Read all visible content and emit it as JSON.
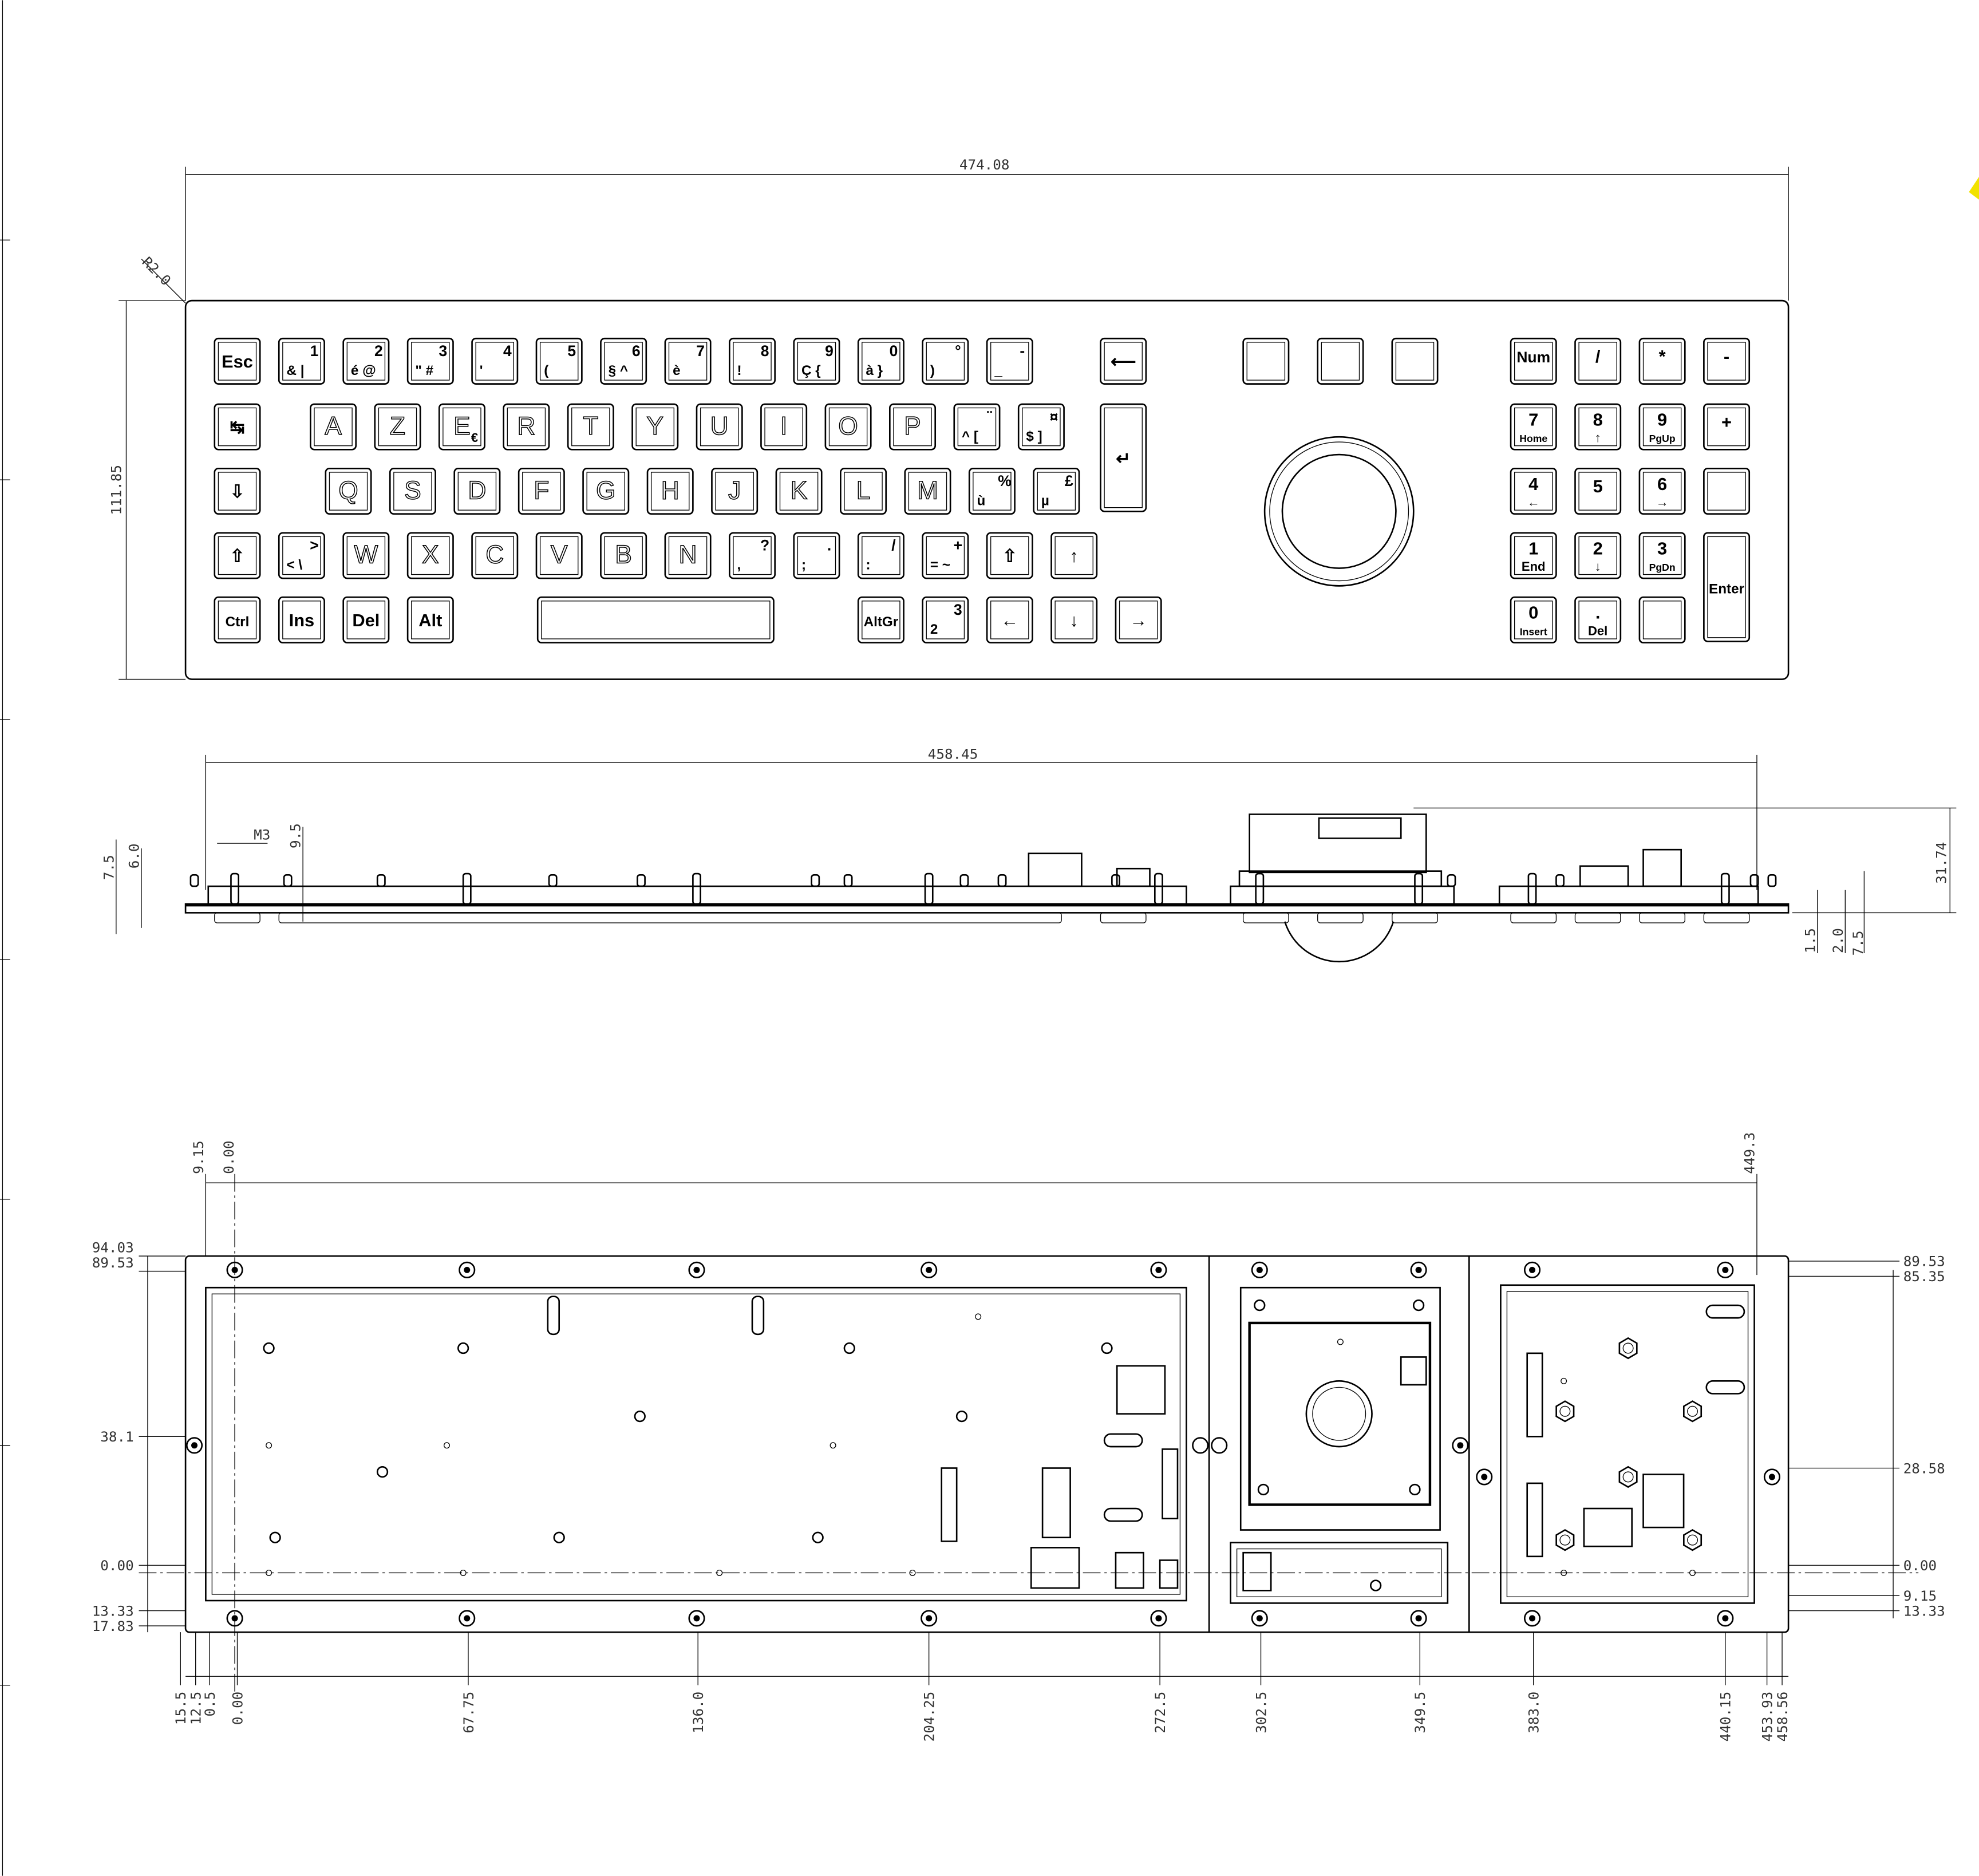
{
  "top_view": {
    "dims": {
      "width": "474.08",
      "height": "111.85",
      "radius": "R2.0"
    },
    "main_rows": [
      [
        {
          "center": "Esc"
        },
        {
          "top": "1",
          "bottom": "& |"
        },
        {
          "top": "2",
          "bottom": "é @"
        },
        {
          "top": "3",
          "bottom": "\" #"
        },
        {
          "top": "4",
          "bottom": "'"
        },
        {
          "top": "5",
          "bottom": "("
        },
        {
          "top": "6",
          "bottom": "§ ^"
        },
        {
          "top": "7",
          "bottom": "è"
        },
        {
          "top": "8",
          "bottom": "!"
        },
        {
          "top": "9",
          "bottom": "Ç {"
        },
        {
          "top": "0",
          "bottom": "à }"
        },
        {
          "top": "°",
          "bottom": ")"
        },
        {
          "top": "-",
          "bottom": "_"
        },
        {
          "center": "⟵"
        }
      ],
      [
        {
          "center": "↹"
        },
        {
          "center": "A"
        },
        {
          "center": "Z"
        },
        {
          "center": "E",
          "bottom_right": "€"
        },
        {
          "center": "R"
        },
        {
          "center": "T"
        },
        {
          "center": "Y"
        },
        {
          "center": "U"
        },
        {
          "center": "I"
        },
        {
          "center": "O"
        },
        {
          "center": "P"
        },
        {
          "top": "¨",
          "bottom": "^ ["
        },
        {
          "top": "¤",
          "bottom": "$ ]"
        },
        {
          "center": "↵"
        }
      ],
      [
        {
          "center": "⇩"
        },
        {
          "center": "Q"
        },
        {
          "center": "S"
        },
        {
          "center": "D"
        },
        {
          "center": "F"
        },
        {
          "center": "G"
        },
        {
          "center": "H"
        },
        {
          "center": "J"
        },
        {
          "center": "K"
        },
        {
          "center": "L"
        },
        {
          "center": "M"
        },
        {
          "top": "%",
          "bottom": "ù"
        },
        {
          "top": "£",
          "bottom": "µ"
        }
      ],
      [
        {
          "center": "⇧"
        },
        {
          "top": ">",
          "bottom": "< \\"
        },
        {
          "center": "W"
        },
        {
          "center": "X"
        },
        {
          "center": "C"
        },
        {
          "center": "V"
        },
        {
          "center": "B"
        },
        {
          "center": "N"
        },
        {
          "top": "?",
          "bottom": ","
        },
        {
          "top": ".",
          "bottom": ";"
        },
        {
          "top": "/",
          "bottom": ":"
        },
        {
          "top": "+",
          "bottom": "= ~"
        },
        {
          "center": "⇧"
        },
        {
          "center": "↑"
        }
      ],
      [
        {
          "center": "Ctrl"
        },
        {
          "center": "Ins"
        },
        {
          "center": "Del"
        },
        {
          "center": "Alt"
        },
        {
          "center": ""
        },
        {
          "center": "AltGr"
        },
        {
          "top": "3",
          "bottom": "2"
        },
        {
          "center": "←"
        },
        {
          "center": "↓"
        },
        {
          "center": "→"
        }
      ]
    ],
    "numpad_rows": [
      [
        {
          "main": "Num"
        },
        {
          "main": "/"
        },
        {
          "main": "*"
        },
        {
          "main": "-"
        }
      ],
      [
        {
          "main": "7",
          "sub": "Home"
        },
        {
          "main": "8",
          "sub": "↑"
        },
        {
          "main": "9",
          "sub": "PgUp"
        },
        {
          "main": "+"
        }
      ],
      [
        {
          "main": "4",
          "sub": "←"
        },
        {
          "main": "5"
        },
        {
          "main": "6",
          "sub": "→"
        },
        {
          "main": ""
        }
      ],
      [
        {
          "main": "1",
          "sub": "End"
        },
        {
          "main": "2",
          "sub": "↓"
        },
        {
          "main": "3",
          "sub": "PgDn"
        },
        {
          "main": "Enter"
        }
      ],
      [
        {
          "main": "0",
          "sub": "Insert"
        },
        {
          "main": ".",
          "sub": "Del"
        },
        {
          "main": ""
        }
      ]
    ]
  },
  "side_view": {
    "dims": {
      "length": "458.45",
      "thread": "M3",
      "stud_h": "9.5",
      "left_a": "7.5",
      "left_b": "6.0",
      "height": "31.74",
      "right_a": "1.5",
      "right_b": "2.0",
      "right_c": "7.5"
    }
  },
  "bottom_view": {
    "top_dims": [
      "9.15",
      "0.00",
      "449.3"
    ],
    "left_dims": [
      "94.03",
      "89.53",
      "38.1",
      "0.00",
      "13.33",
      "17.83"
    ],
    "right_dims": [
      "89.53",
      "85.35",
      "28.58",
      "0.00",
      "9.15",
      "13.33"
    ],
    "bottom_dims": [
      "15.5",
      "12.5",
      "0.5",
      "0.00",
      "67.75",
      "136.0",
      "204.25",
      "272.5",
      "302.5",
      "349.5",
      "383.0",
      "440.15",
      "453.93",
      "458.56"
    ]
  }
}
